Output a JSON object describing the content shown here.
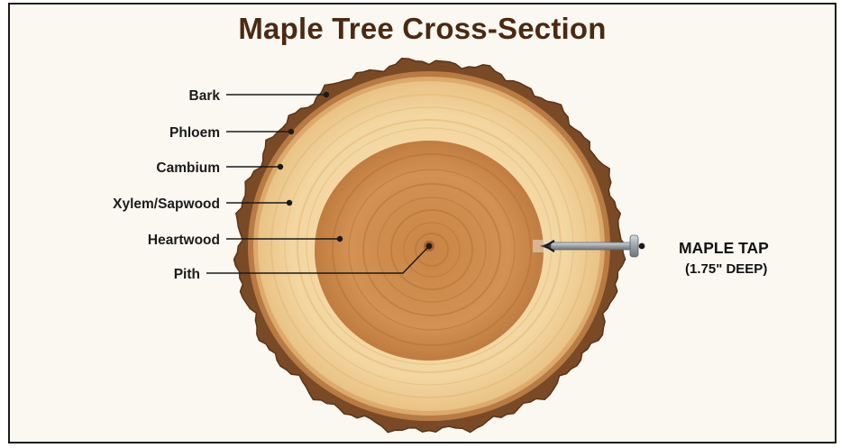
{
  "title": "Maple Tree Cross-Section",
  "labels": {
    "bark": "Bark",
    "phloem": "Phloem",
    "cambium": "Cambium",
    "xylem": "Xylem/Sapwood",
    "heartwood": "Heartwood",
    "pith": "Pith"
  },
  "tap": {
    "label": "MAPLE TAP",
    "depth": "(1.75\" DEEP)"
  },
  "colors": {
    "title": "#4a2a14",
    "bark": "#7a4a26",
    "phloem": "#b57a45",
    "cambium": "#d9a467",
    "sapwood": "#f2d7a4",
    "heartwood": "#cf8e4f",
    "pith": "#a8622f"
  }
}
